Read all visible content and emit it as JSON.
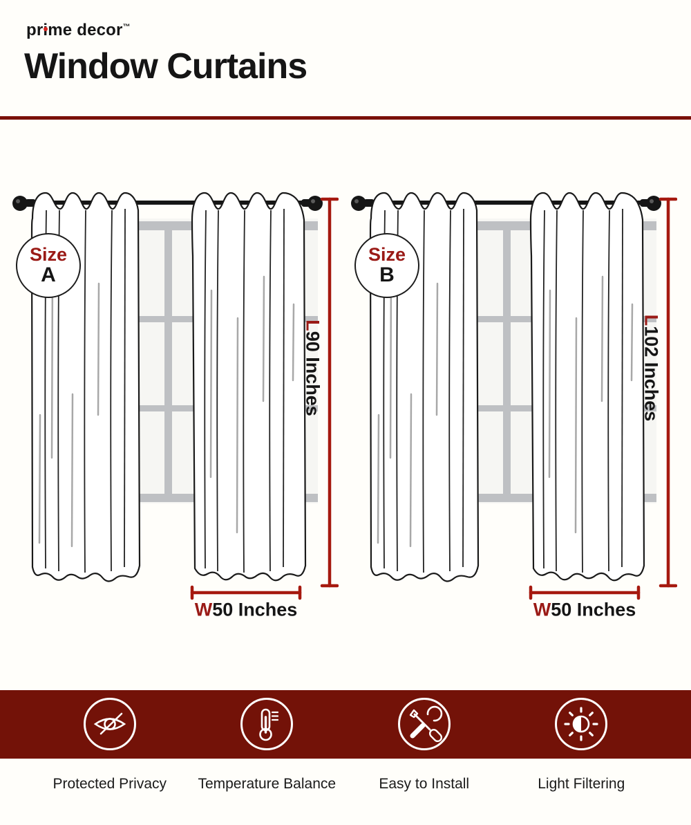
{
  "brand": {
    "name": "prime decor",
    "trademark": "™"
  },
  "title": "Window Curtains",
  "figures": [
    {
      "size_label": "Size",
      "size_letter": "A",
      "length_letter": "L",
      "length_text": "90 Inches",
      "width_letter": "W",
      "width_text": "50 Inches"
    },
    {
      "size_label": "Size",
      "size_letter": "B",
      "length_letter": "L",
      "length_text": "102 Inches",
      "width_letter": "W",
      "width_text": "50 Inches"
    }
  ],
  "features": [
    {
      "icon": "eye-off-icon",
      "label": "Protected Privacy"
    },
    {
      "icon": "thermometer-icon",
      "label": "Temperature Balance"
    },
    {
      "icon": "tools-icon",
      "label": "Easy to Install"
    },
    {
      "icon": "sun-half-icon",
      "label": "Light Filtering"
    }
  ],
  "colors": {
    "band_maroon": "#731208",
    "divider_maroon": "#7a1108",
    "dimension_red": "#a6190f",
    "accent_red": "#9a1a16"
  }
}
